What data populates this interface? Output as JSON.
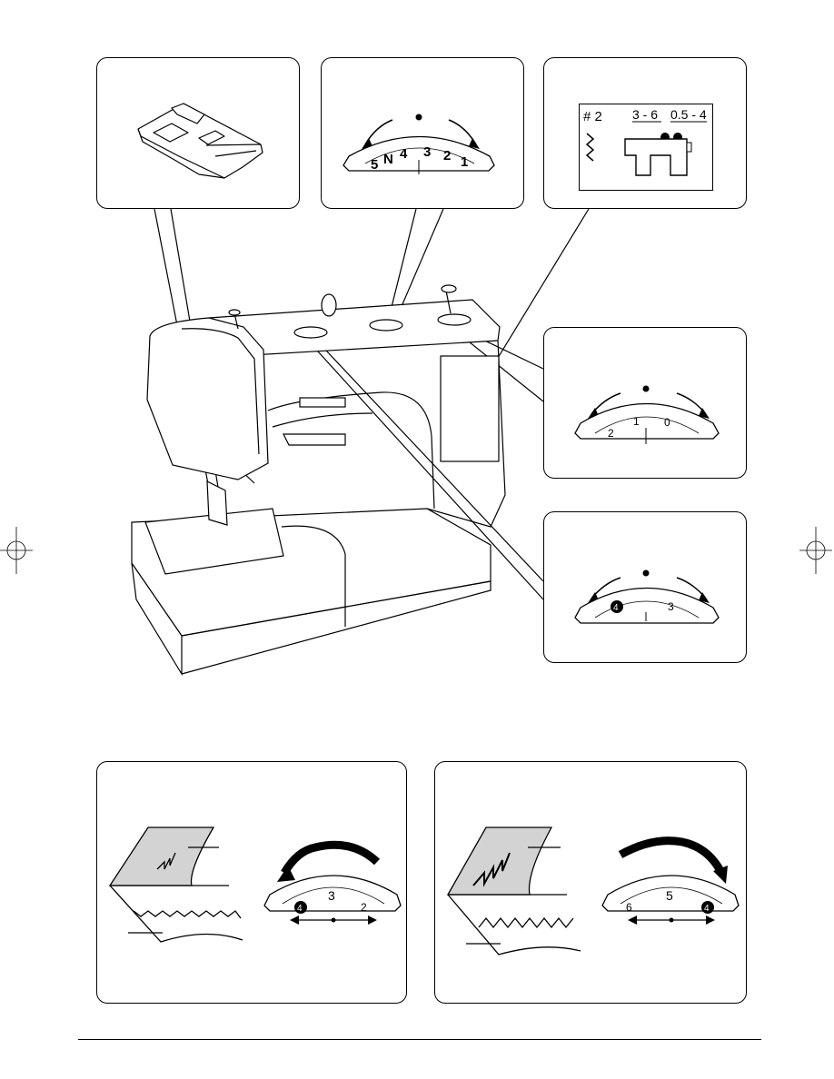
{
  "presser_foot": {
    "icon": "zigzag-foot-icon"
  },
  "stitch_length_dial": {
    "labels": [
      "5",
      "N",
      "4",
      "3",
      "2",
      "1"
    ]
  },
  "lcd_display": {
    "pattern_number": "# 2",
    "width_range": "3 - 6",
    "length_range": "0.5 - 4"
  },
  "stitch_width_dial": {
    "labels": [
      "2",
      "1",
      "0"
    ]
  },
  "tension_dial": {
    "labels": [
      "4",
      "3"
    ]
  },
  "illustration_left": {
    "dial_labels": [
      "4",
      "3",
      "2"
    ]
  },
  "illustration_right": {
    "dial_labels": [
      "6",
      "5",
      "4"
    ]
  }
}
